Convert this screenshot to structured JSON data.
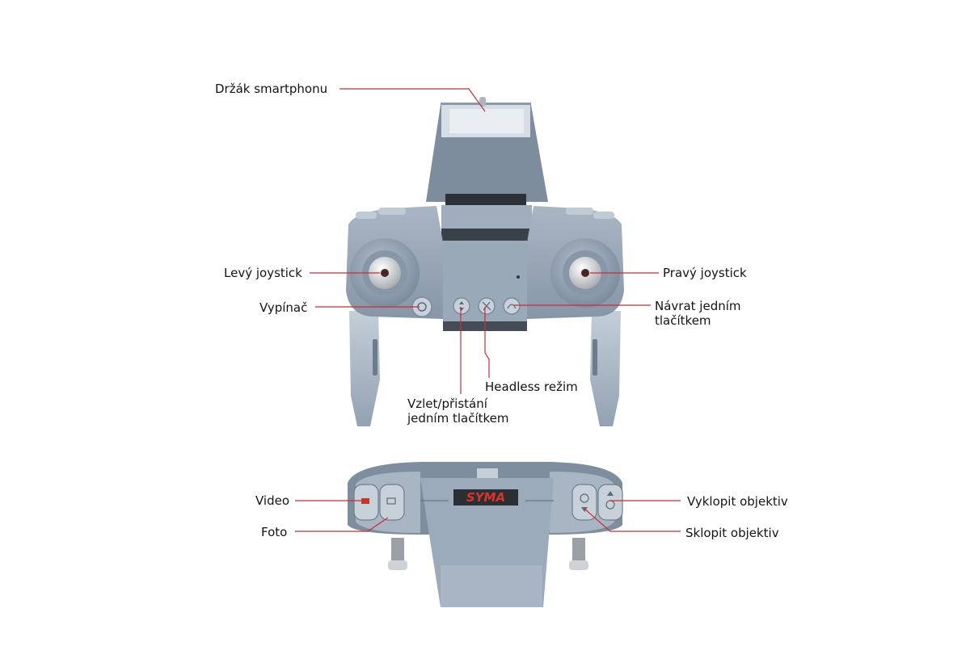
{
  "colors": {
    "body": "#97a6b6",
    "body_dark": "#7f8fa0",
    "body_light": "#b2bfcc",
    "leader_line": "#cc2b36",
    "logo_red": "#d9352c"
  },
  "top_view": {
    "callouts": {
      "phone_holder": "Držák smartphonu",
      "left_joystick": "Levý joystick",
      "power_switch": "Vypínač",
      "right_joystick": "Pravý joystick",
      "one_key_return": "Návrat jedním\ntlačítkem",
      "headless_mode": "Headless režim",
      "one_key_takeoff_landing": "Vzlet/přistání\njedním tlačítkem"
    }
  },
  "bottom_view": {
    "logo": "SYMA",
    "callouts": {
      "video": "Video",
      "photo": "Foto",
      "lens_up": "Vyklopit objektiv",
      "lens_down": "Sklopit objektiv"
    }
  }
}
